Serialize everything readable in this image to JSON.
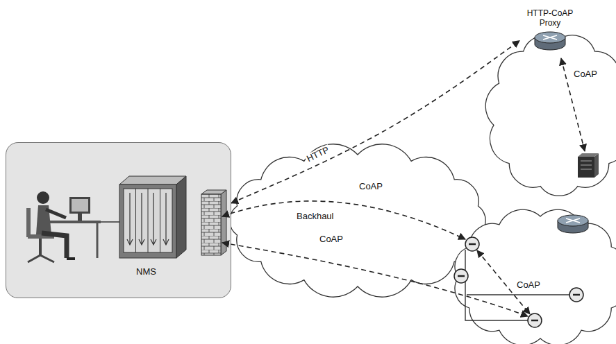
{
  "diagram": {
    "nodes": [
      {
        "text": [
          "NMS"
        ]
      },
      {
        "text": [
          "HTTP-CoAP Proxy"
        ]
      }
    ],
    "edges": [
      {
        "from": 0,
        "to": 1,
        "label": "HTTP",
        "arrow": "both"
      }
    ],
    "labels": [
      "CoAP",
      "CoAP",
      "Backhaul",
      "CoAP",
      "CoAP"
    ]
  }
}
